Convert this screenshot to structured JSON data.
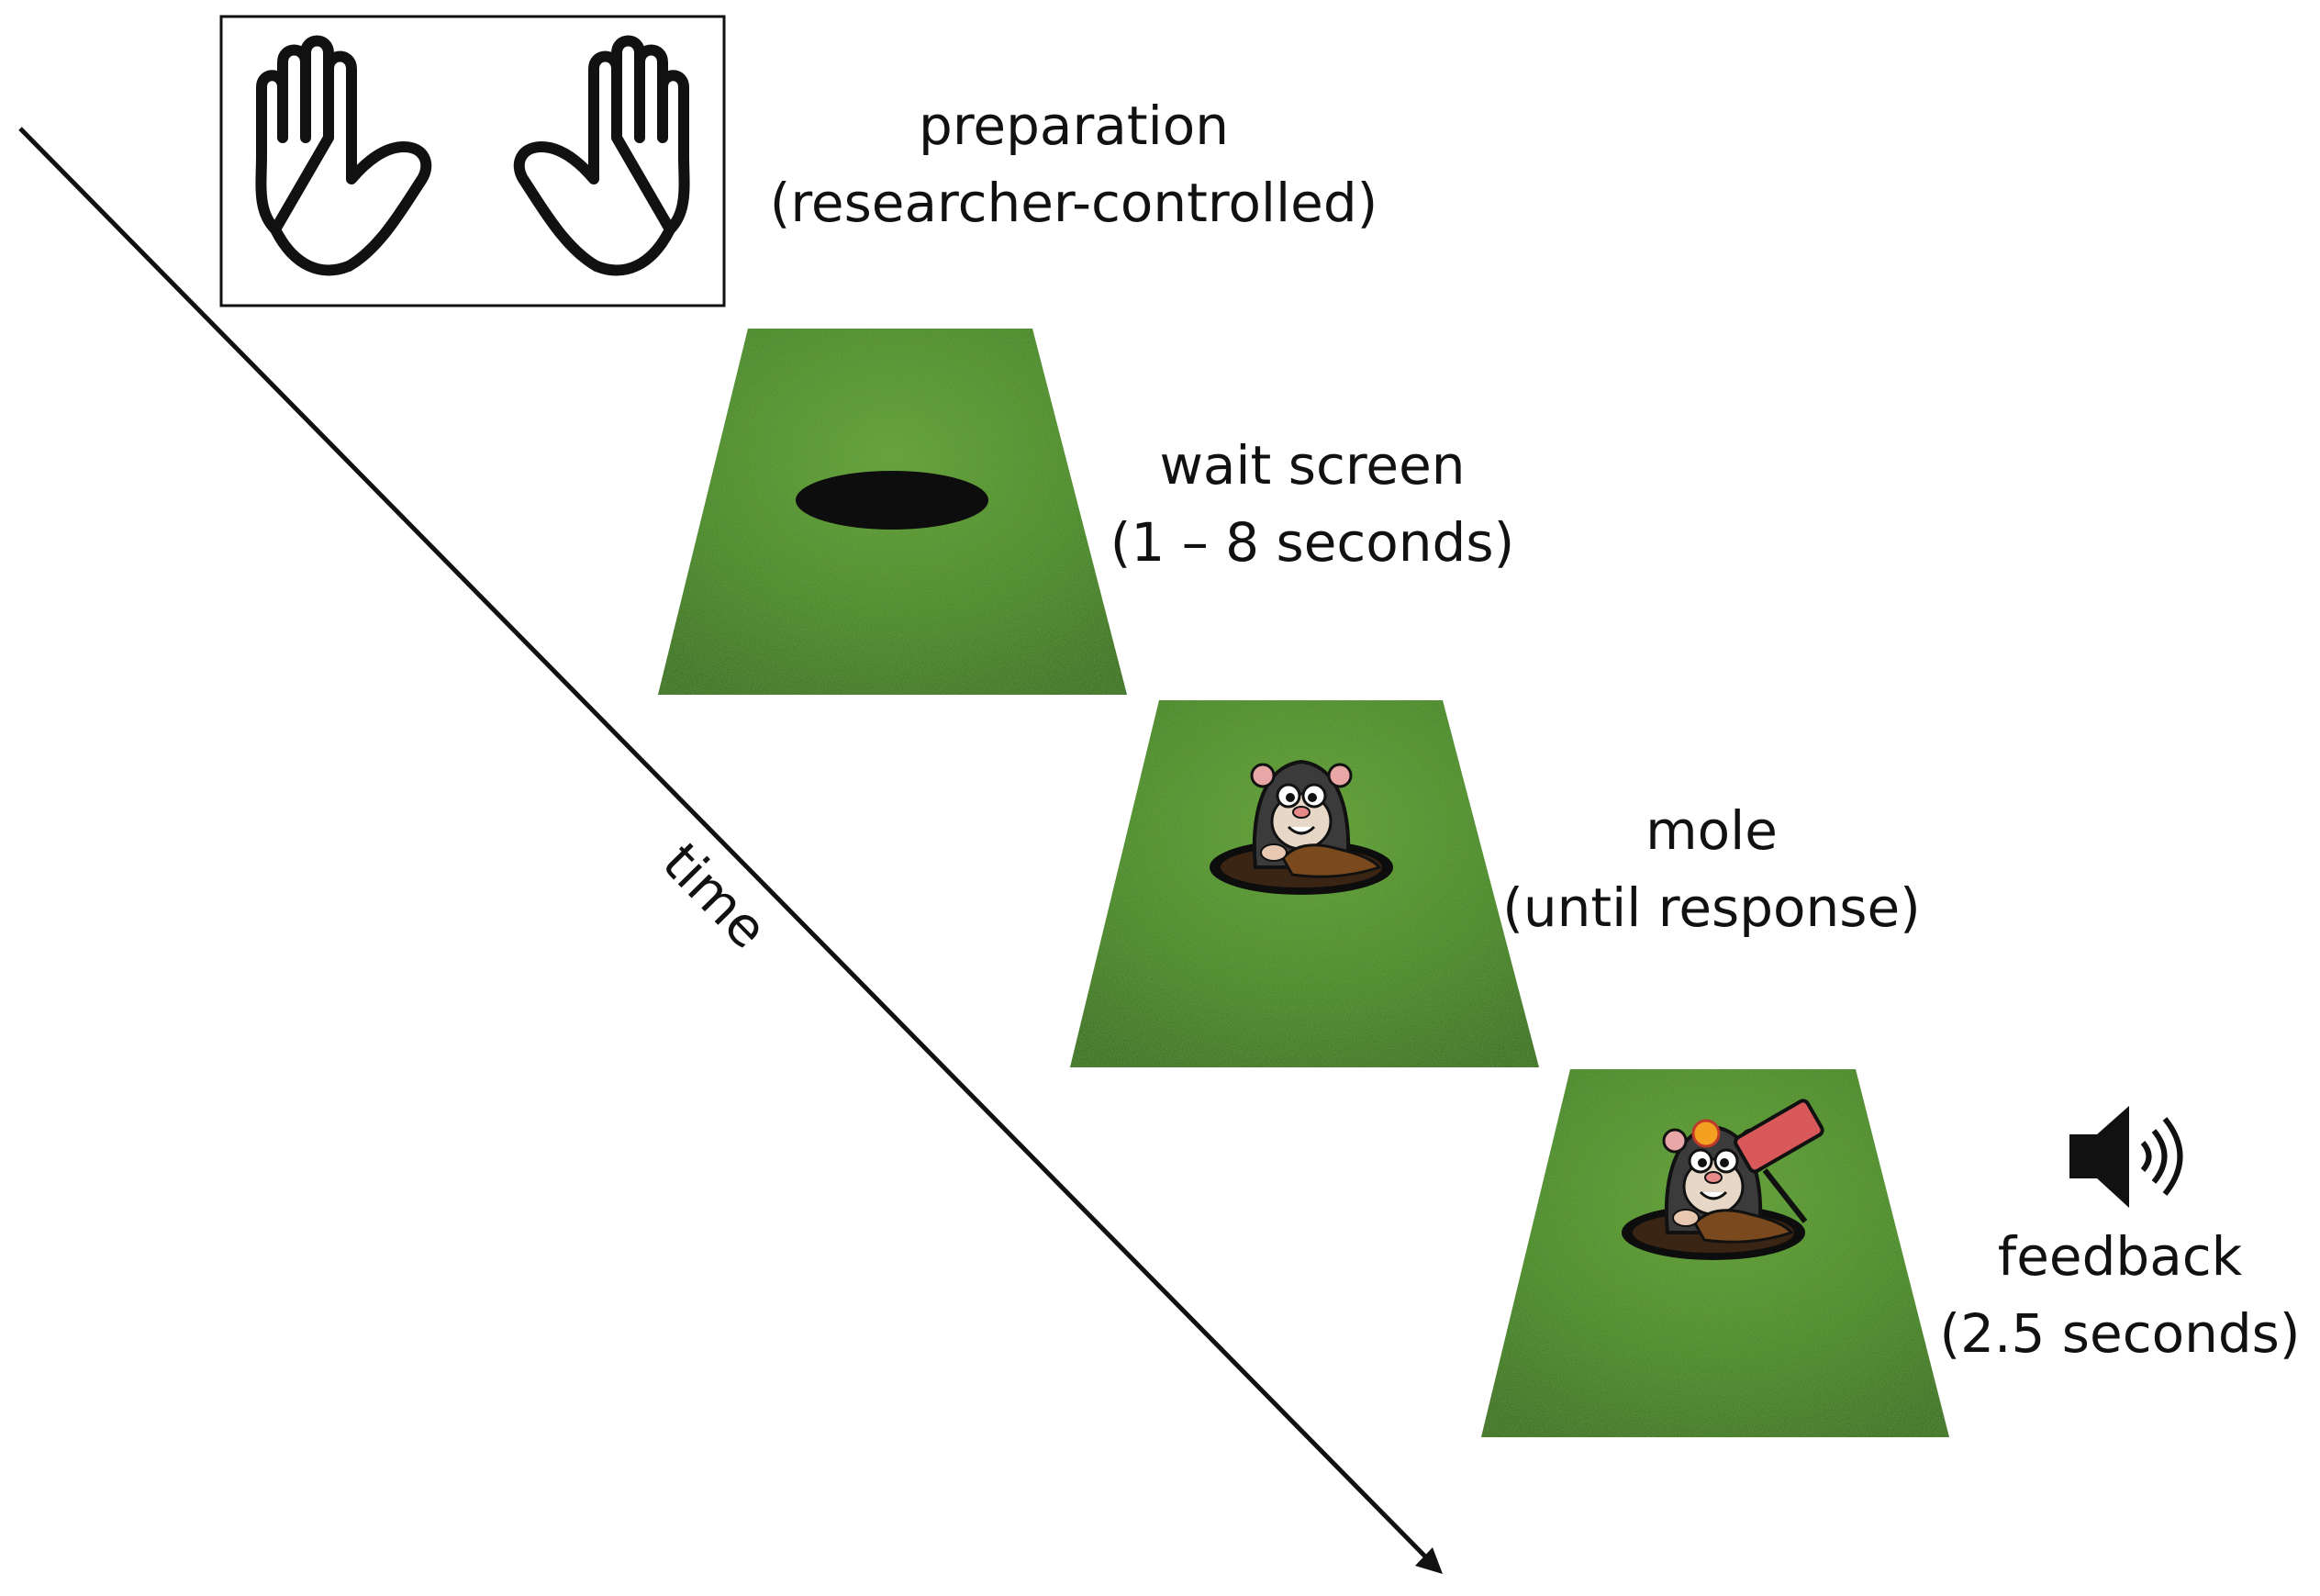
{
  "diagram": {
    "time_label": "time",
    "stages": [
      {
        "id": "preparation",
        "title": "preparation",
        "duration": "(researcher-controlled)",
        "icon": "hands-icon"
      },
      {
        "id": "wait-screen",
        "title": "wait screen",
        "duration": "(1 – 8 seconds)",
        "icon": "empty-hole"
      },
      {
        "id": "mole",
        "title": "mole",
        "duration": "(until response)",
        "icon": "mole-icon"
      },
      {
        "id": "feedback",
        "title": "feedback",
        "duration": "(2.5 seconds)",
        "icon": "mole-hit-icon",
        "extra_icon": "speaker-icon"
      }
    ]
  },
  "colors": {
    "grass": "#3f7f1e",
    "grass_dark": "#2b5e12",
    "hole": "#0d0d0d",
    "mallet": "#d9585a",
    "line": "#111111"
  }
}
